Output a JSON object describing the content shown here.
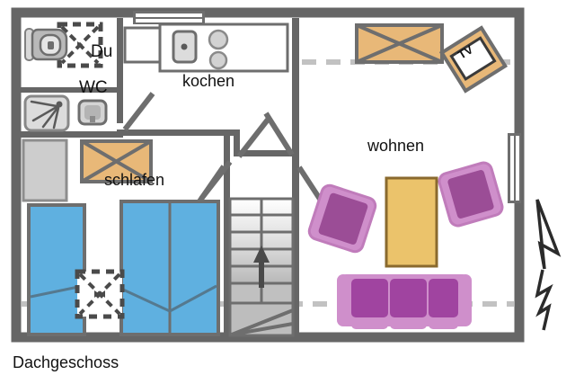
{
  "plan": {
    "floor_label": "Dachgeschoss",
    "rooms": [
      {
        "key": "du",
        "label": "Du"
      },
      {
        "key": "wc",
        "label": "WC"
      },
      {
        "key": "kochen",
        "label": "kochen"
      },
      {
        "key": "schlafen",
        "label": "schlafen"
      },
      {
        "key": "wohnen",
        "label": "wohnen"
      }
    ],
    "annotations": {
      "tv_label": "TV"
    },
    "colors": {
      "wall": "#666666",
      "wall_light": "#8d8d8d",
      "furniture_tan": "#e8b878",
      "table_gold": "#ebc36b",
      "sofa_purple": "#a044a0",
      "sofa_purple_light": "#cf8fcb",
      "roof_blue": "#5fb0e0",
      "fixture_gray": "#d0d0d0",
      "dashline_gray": "#c2c2c2",
      "background": "#ffffff",
      "text": "#111111"
    },
    "furniture": [
      {
        "key": "toilet",
        "room": "du",
        "name": "toilet"
      },
      {
        "key": "shower",
        "room": "du",
        "name": "shower-tray"
      },
      {
        "key": "bathtub",
        "room": "wc",
        "name": "bathtub"
      },
      {
        "key": "washbasin",
        "room": "wc",
        "name": "washbasin"
      },
      {
        "key": "counter",
        "room": "kochen",
        "name": "kitchen-counter"
      },
      {
        "key": "sink",
        "room": "kochen",
        "name": "kitchen-sink"
      },
      {
        "key": "hob",
        "room": "kochen",
        "name": "cooktop-burners"
      },
      {
        "key": "closet",
        "room": "schlafen",
        "name": "closet"
      },
      {
        "key": "wardrobe",
        "room": "schlafen",
        "name": "wardrobe"
      },
      {
        "key": "tv-cabinet",
        "room": "wohnen",
        "name": "tv-cabinet"
      },
      {
        "key": "sideboard",
        "room": "wohnen",
        "name": "sideboard"
      },
      {
        "key": "coffee-table",
        "room": "wohnen",
        "name": "coffee-table"
      },
      {
        "key": "armchair-left",
        "room": "wohnen",
        "name": "armchair"
      },
      {
        "key": "armchair-right",
        "room": "wohnen",
        "name": "armchair"
      },
      {
        "key": "sofa",
        "room": "wohnen",
        "name": "sofa-three-seat"
      },
      {
        "key": "stairs",
        "room": "hall",
        "name": "staircase-up"
      },
      {
        "key": "north-arrow",
        "room": "outside",
        "name": "north-arrow"
      }
    ]
  }
}
